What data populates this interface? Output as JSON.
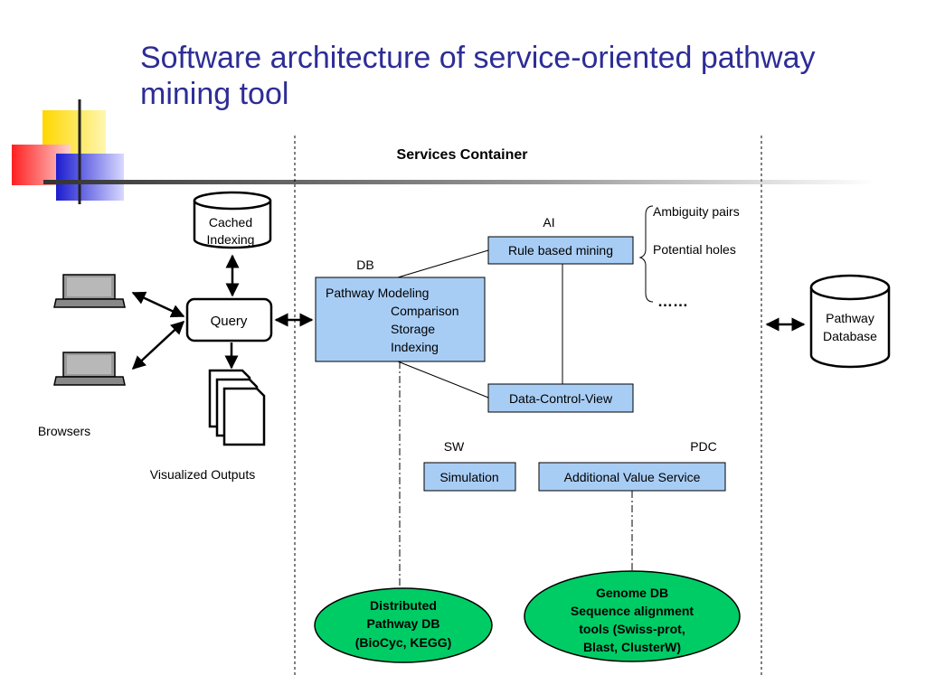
{
  "slide": {
    "title": "Software architecture of service-oriented pathway mining tool"
  },
  "diagram": {
    "container_label": "Services Container",
    "cached_indexing": [
      "Cached",
      "Indexing"
    ],
    "query_label": "Query",
    "browsers_label": "Browsers",
    "visualized_outputs_label": "Visualized Outputs",
    "db_section_label": "DB",
    "db_box": {
      "title": "Pathway Modeling",
      "items": [
        "Comparison",
        "Storage",
        "Indexing"
      ]
    },
    "ai_section_label": "AI",
    "rule_box_label": "Rule based mining",
    "ai_outputs": [
      "Ambiguity pairs",
      "Potential holes",
      "……"
    ],
    "dcv_label": "Data-Control-View",
    "sw_label": "SW",
    "simulation_label": "Simulation",
    "pdc_label": "PDC",
    "additional_service_label": "Additional Value Service",
    "distributed_db": [
      "Distributed",
      "Pathway DB",
      "(BioCyc, KEGG)"
    ],
    "genome_db": [
      "Genome DB",
      "Sequence alignment",
      "tools (Swiss-prot,",
      "Blast, ClusterW)"
    ],
    "pathway_database": [
      "Pathway",
      "Database"
    ],
    "colors": {
      "title": "#2d2d96",
      "service_box_fill": "#a8cdf5",
      "ellipse_fill": "#00cc66",
      "deco_yellow": "#ffd700",
      "deco_red": "#ff3030",
      "deco_blue": "#2020d0"
    }
  }
}
